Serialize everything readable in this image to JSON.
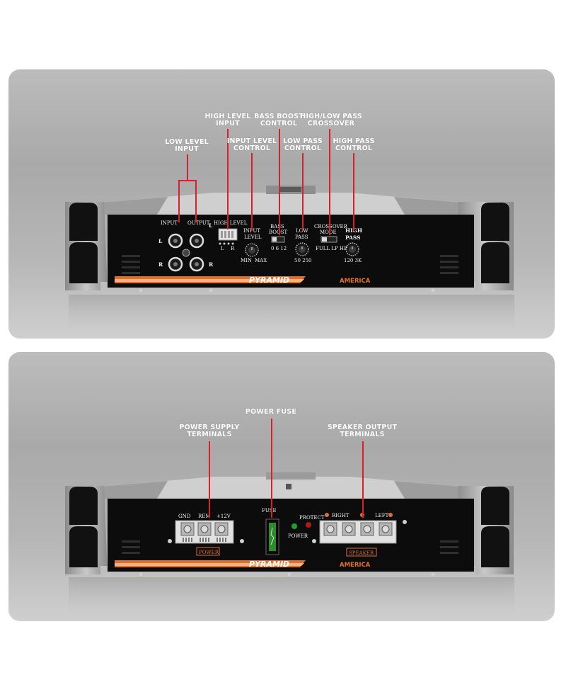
{
  "top_panel": {
    "callouts": {
      "high_level_input": "HIGH LEVEL\nINPUT",
      "bass_boost_control": "BASS BOOST\nCONTROL",
      "crossover": "HIGH/LOW PASS\nCROSSOVER",
      "low_level_input": "LOW LEVEL\nINPUT",
      "input_level_control": "INPUT LEVEL\nCONTROL",
      "low_pass_control": "LOW PASS\nCONTROL",
      "high_pass_control": "HIGH PASS\nCONTROL"
    },
    "amp": {
      "input": "INPUT",
      "output": "OUTPUT",
      "high_level": "HIGH LEVEL",
      "l": "L",
      "r": "R",
      "input_level_1": "INPUT",
      "input_level_2": "LEVEL",
      "min": "MIN",
      "max": "MAX",
      "bass_1": "BASS",
      "bass_2": "BOOST",
      "bass_scale": "0  6  12",
      "low_1": "LOW",
      "low_2": "PASS",
      "low_scale": "50   250",
      "cross_1": "CROSSOVER",
      "cross_2": "MODE",
      "cross_scale": "FULL LP HP",
      "high_1": "HIGH",
      "high_2": "PASS",
      "high_scale": "120  3K",
      "brand": "PYRAMID",
      "america": "AMERICA"
    }
  },
  "bottom_panel": {
    "callouts": {
      "power_fuse": "POWER FUSE",
      "power_supply_terminals": "POWER SUPPLY\nTERMINALS",
      "speaker_output_terminals": "SPEAKER  OUTPUT\nTERMINALS"
    },
    "amp": {
      "gnd": "GND",
      "rem": "REM",
      "v12": "+12V",
      "power_label": "POWER",
      "fuse": "FUSE",
      "protect": "PROTECT",
      "power_led": "POWER",
      "right": "RIGHT",
      "left": "LEFT",
      "speaker_label": "SPEAKER",
      "brand": "PYRAMID",
      "america": "AMERICA"
    }
  },
  "colors": {
    "callout_line": "#d5222a",
    "accent_orange": "#e0712a",
    "amp_face": "#0c0c0c",
    "aluminum": "#a8a8a8"
  }
}
